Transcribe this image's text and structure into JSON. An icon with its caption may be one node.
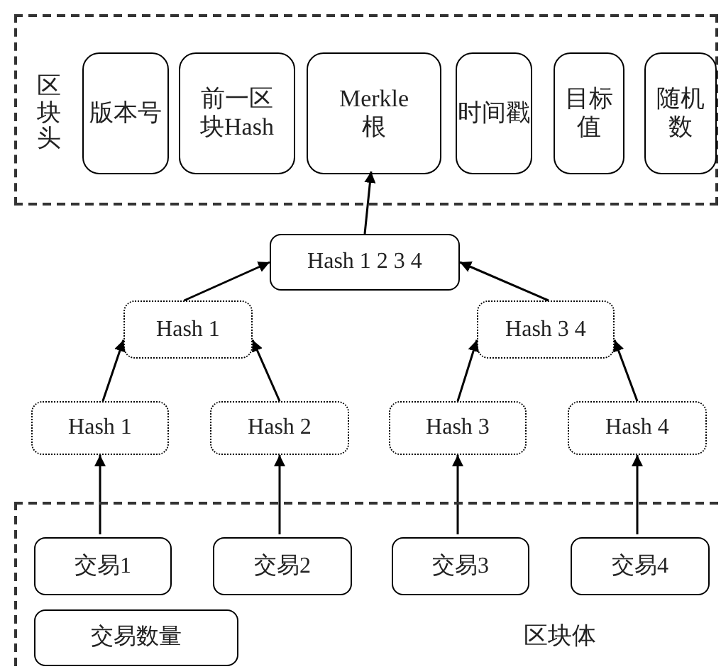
{
  "diagram": {
    "nodes": [
      {
        "text": [
          "区块头"
        ]
      },
      {
        "text": [
          "版本号"
        ],
        "in": 0
      },
      {
        "text": [
          "前一区块Hash"
        ],
        "in": 0
      },
      {
        "text": [
          "Merkle根"
        ],
        "in": 0
      },
      {
        "text": [
          "时间戳"
        ],
        "in": 0
      },
      {
        "text": [
          "目标值"
        ],
        "in": 0
      },
      {
        "text": [
          "随机数"
        ],
        "in": 0
      },
      {
        "text": [
          "Hash 1 2 3 4"
        ]
      },
      {
        "text": [
          "Hash 1"
        ]
      },
      {
        "text": [
          "Hash 3 4"
        ]
      },
      {
        "text": [
          "Hash 1"
        ]
      },
      {
        "text": [
          "Hash 2"
        ]
      },
      {
        "text": [
          "Hash 3"
        ]
      },
      {
        "text": [
          "Hash 4"
        ]
      },
      {
        "text": [
          "区块体"
        ]
      },
      {
        "text": [
          "交易1"
        ],
        "in": 14
      },
      {
        "text": [
          "交易2"
        ],
        "in": 14
      },
      {
        "text": [
          "交易3"
        ],
        "in": 14
      },
      {
        "text": [
          "交易4"
        ],
        "in": 14
      },
      {
        "text": [
          "交易数量"
        ],
        "in": 14
      }
    ],
    "edges": [
      {
        "from": 7,
        "to": 3,
        "arrow": "to"
      },
      {
        "from": 8,
        "to": 7,
        "arrow": "to"
      },
      {
        "from": 9,
        "to": 7,
        "arrow": "to"
      },
      {
        "from": 10,
        "to": 8,
        "arrow": "to"
      },
      {
        "from": 11,
        "to": 8,
        "arrow": "to"
      },
      {
        "from": 12,
        "to": 9,
        "arrow": "to"
      },
      {
        "from": 13,
        "to": 9,
        "arrow": "to"
      },
      {
        "from": 15,
        "to": 10,
        "arrow": "to"
      },
      {
        "from": 16,
        "to": 11,
        "arrow": "to"
      },
      {
        "from": 17,
        "to": 12,
        "arrow": "to"
      },
      {
        "from": 18,
        "to": 13,
        "arrow": "to"
      }
    ]
  }
}
